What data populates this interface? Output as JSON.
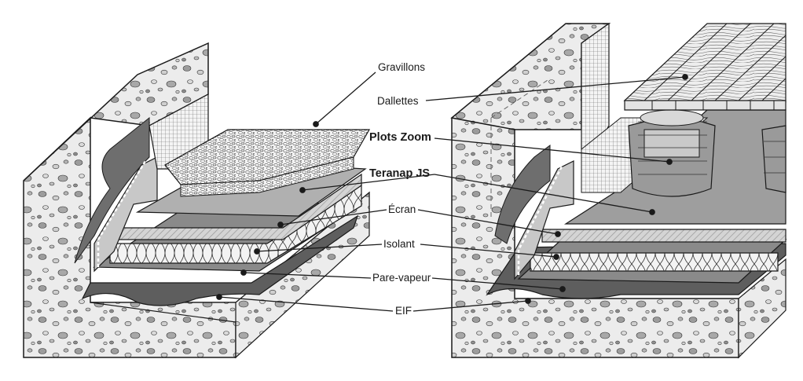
{
  "diagram": {
    "labels": {
      "gravillons": "Gravillons",
      "dallettes": "Dallettes",
      "plots_zoom": "Plots Zoom",
      "teranap_js": "Teranap JS",
      "ecran": "Écran",
      "isolant": "Isolant",
      "pare_vapeur": "Pare-vapeur",
      "eif": "EIF"
    },
    "colors": {
      "concrete": "#e6e6e6",
      "membrane": "#8a8a8a",
      "teranap": "#b0b0b0",
      "ecran": "#d2d2d2",
      "insulation": "#efefef",
      "eif": "#5e5e5e",
      "wood": "#eaeaea",
      "outline": "#1a1a1a"
    }
  }
}
